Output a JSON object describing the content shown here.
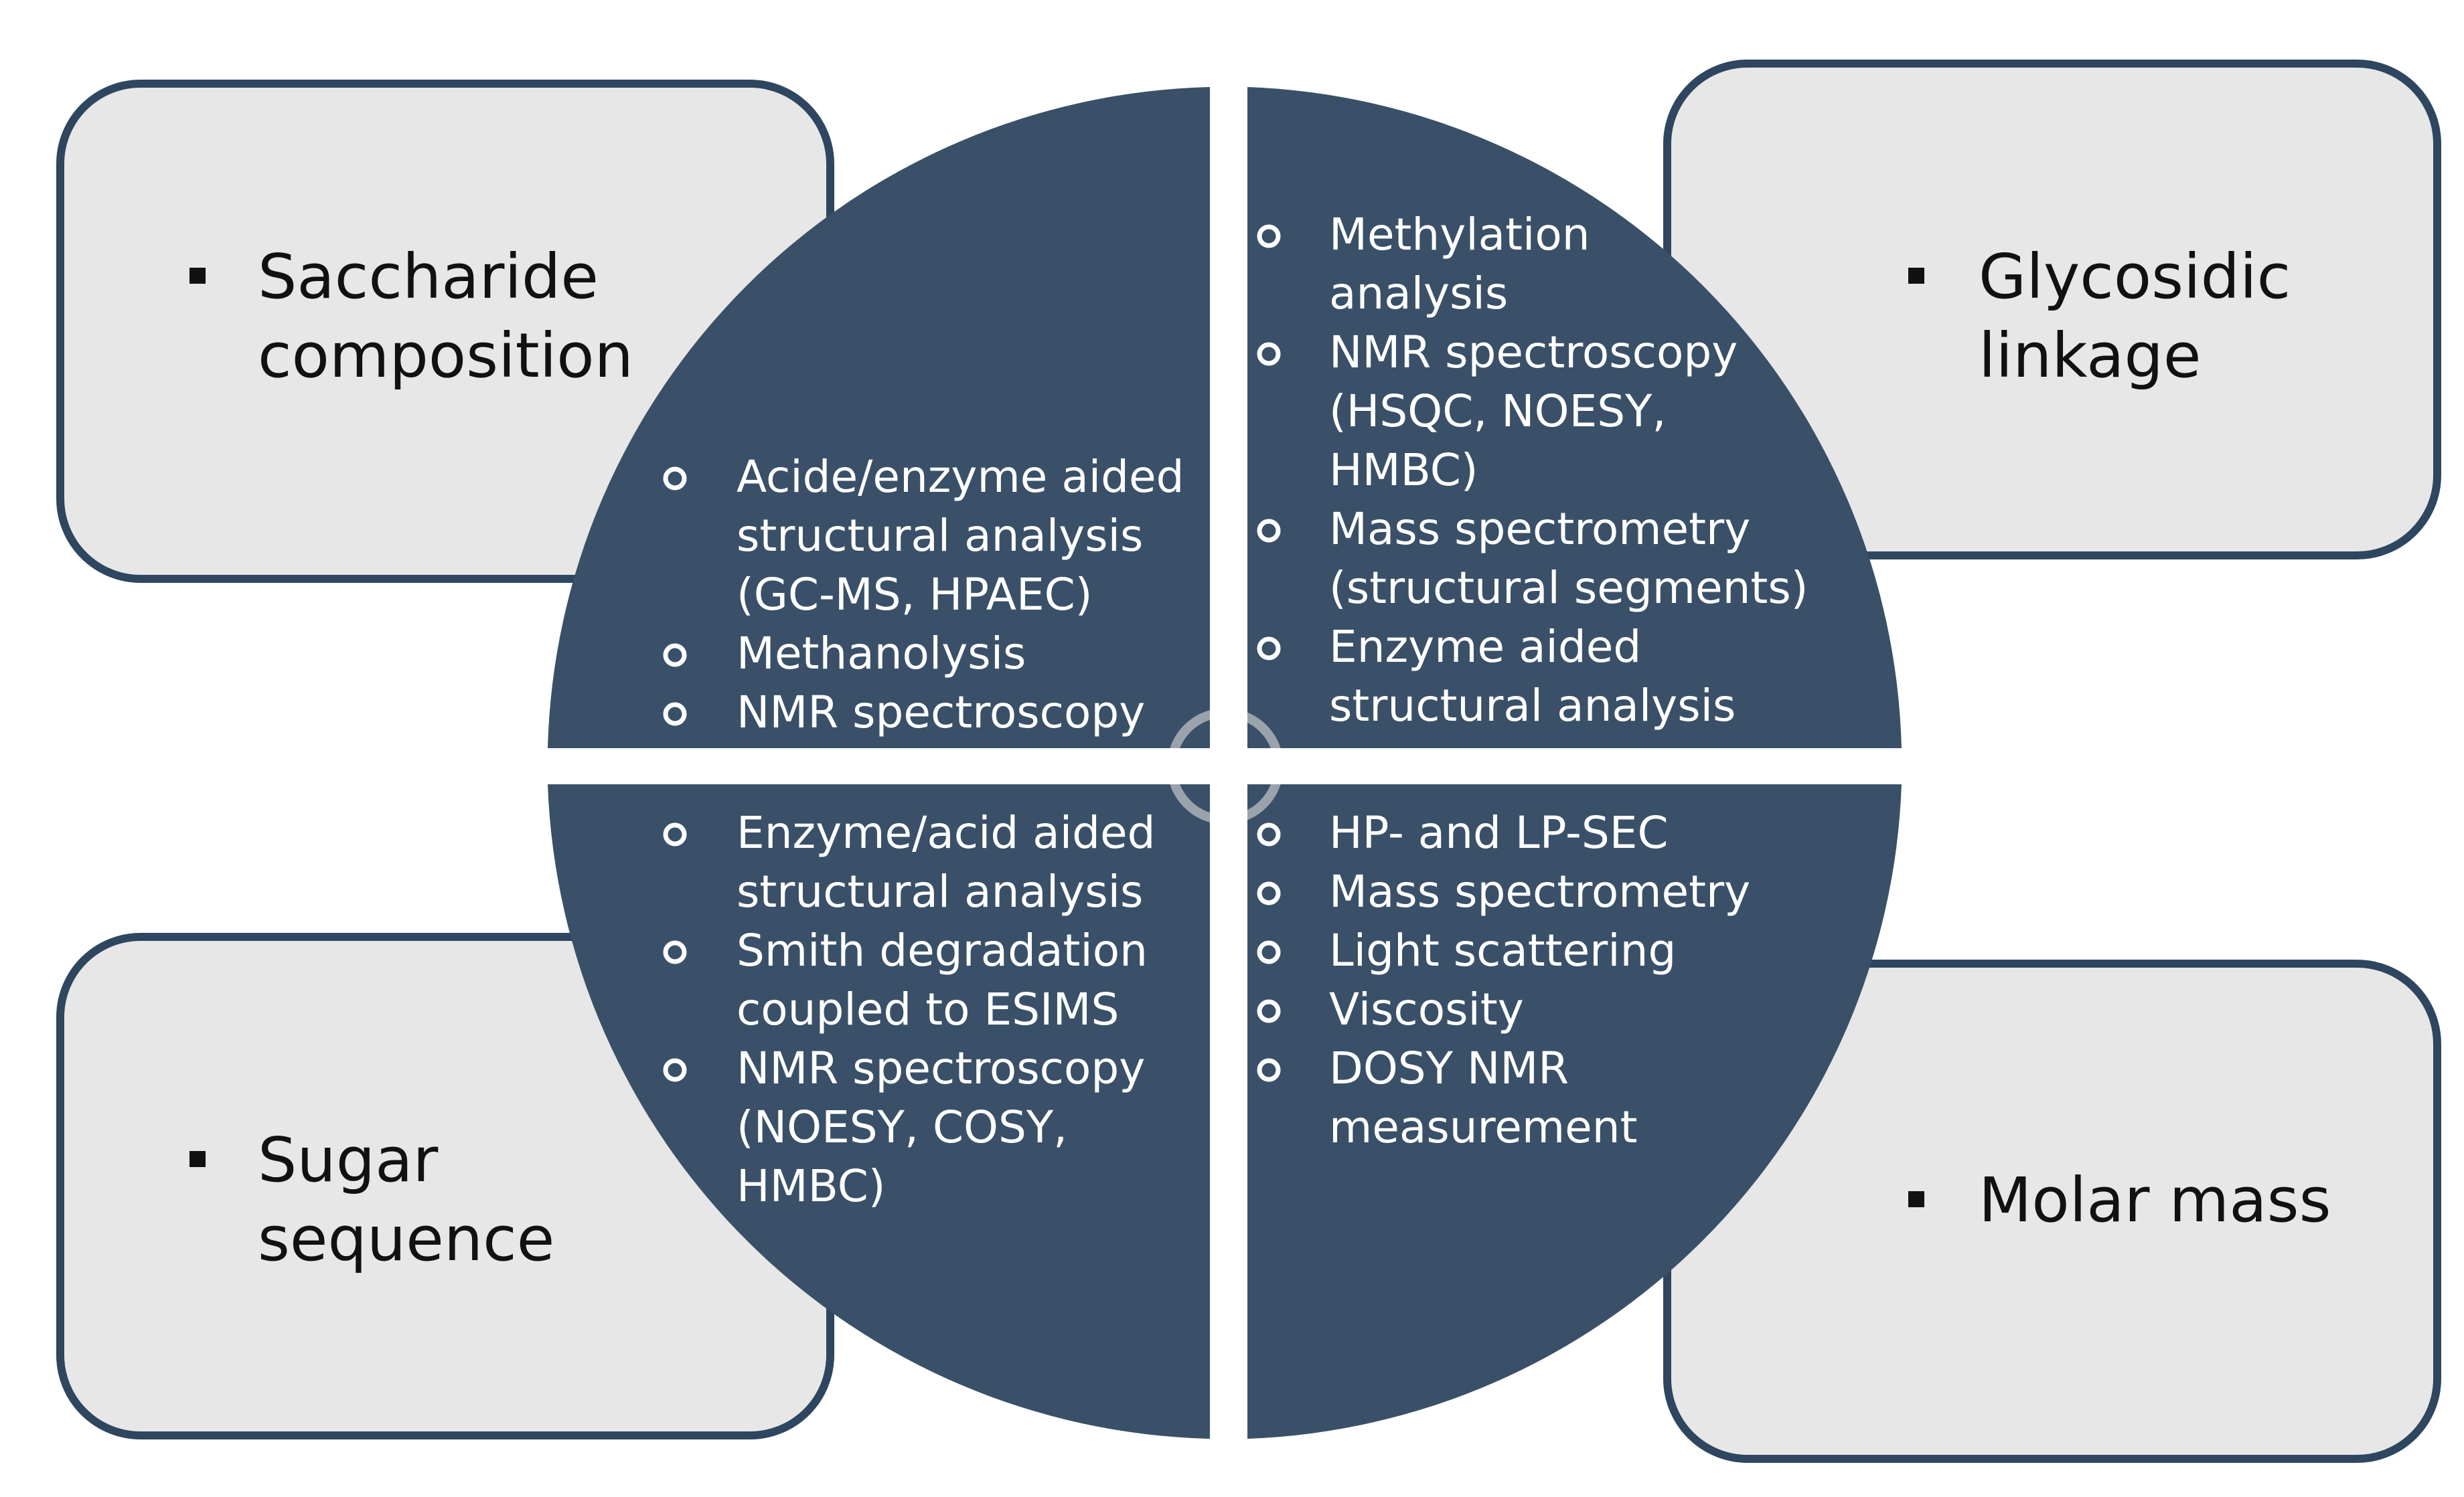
{
  "colors": {
    "box_fill": "#e7e7e7",
    "box_stroke": "#2e465f",
    "quadrant_fill": "#3a5068",
    "box_text": "#111111",
    "method_text": "#ffffff"
  },
  "boxes": {
    "top_left": {
      "line1": "Saccharide",
      "line2": "composition"
    },
    "top_right": {
      "line1": "Glycosidic",
      "line2": "linkage"
    },
    "bottom_left": {
      "line1": "Sugar",
      "line2": "sequence"
    },
    "bottom_right": {
      "line1": "Molar mass"
    }
  },
  "methods": {
    "top_left": [
      {
        "lines": [
          "Acide/enzyme  aided",
          "structural analysis",
          "(GC-MS, HPAEC)"
        ]
      },
      {
        "lines": [
          "Methanolysis"
        ]
      },
      {
        "lines": [
          "NMR spectroscopy"
        ]
      }
    ],
    "top_right": [
      {
        "lines": [
          "Methylation",
          "analysis"
        ]
      },
      {
        "lines": [
          "NMR spectroscopy",
          "(HSQC, NOESY,",
          "HMBC)"
        ]
      },
      {
        "lines": [
          "Mass spectrometry",
          "(structural segments)"
        ]
      },
      {
        "lines": [
          "Enzyme  aided",
          "structural analysis"
        ]
      }
    ],
    "bottom_left": [
      {
        "lines": [
          "Enzyme/acid  aided",
          "structural analysis"
        ]
      },
      {
        "lines": [
          "Smith degradation",
          "coupled to ESIMS"
        ]
      },
      {
        "lines": [
          "NMR spectroscopy",
          "(NOESY, COSY,",
          "HMBC)"
        ]
      }
    ],
    "bottom_right": [
      {
        "lines": [
          "HP- and LP-SEC"
        ]
      },
      {
        "lines": [
          "Mass spectrometry"
        ]
      },
      {
        "lines": [
          "Light scattering"
        ]
      },
      {
        "lines": [
          "Viscosity"
        ]
      },
      {
        "lines": [
          "DOSY NMR",
          "measurement"
        ]
      }
    ]
  }
}
